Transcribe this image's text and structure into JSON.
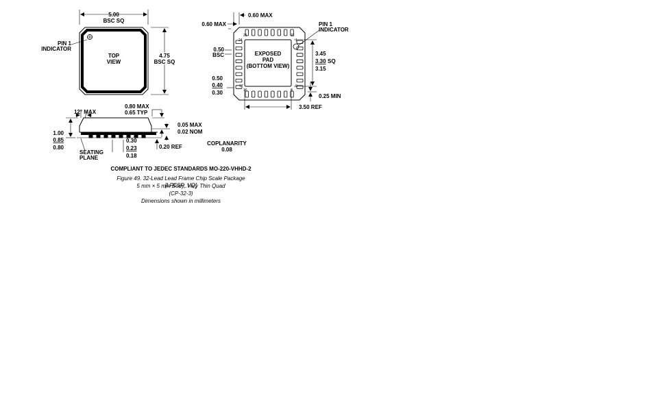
{
  "top_view": {
    "width_value": "5.00",
    "width_note": "BSC SQ",
    "height_value": "4.75",
    "height_note": "BSC SQ",
    "label_line1": "TOP",
    "label_line2": "VIEW",
    "pin1_line1": "PIN 1",
    "pin1_line2": "INDICATOR"
  },
  "bottom_view": {
    "max_dim": "0.60 MAX",
    "max_dim_left": "0.60 MAX",
    "pin1_line1": "PIN 1",
    "pin1_line2": "INDICATOR",
    "pitch_value": "0.50",
    "pitch_note": "BSC",
    "pad_line1": "EXPOSED",
    "pad_line2": "PAD",
    "pad_line3": "(BOTTOM VIEW)",
    "pad_max": "3.45",
    "pad_nom": "3.30",
    "pad_note": "SQ",
    "pad_min": "3.15",
    "lead_max": "0.50",
    "lead_nom": "0.40",
    "lead_min": "0.30",
    "min_clearance": "0.25 MIN",
    "ref_width": "3.50 REF",
    "pin_25": "25",
    "pin_24": "24",
    "pin_32": "32",
    "pin_1": "1",
    "pin_17": "17",
    "pin_16": "16",
    "pin_9": "9",
    "pin_8": "8"
  },
  "side_view": {
    "angle": "12° MAX",
    "body_max": "0.80 MAX",
    "body_typ": "0.65 TYP",
    "height_max": "1.00",
    "height_nom": "0.85",
    "height_min": "0.80",
    "standoff_max": "0.05 MAX",
    "standoff_nom": "0.02 NOM",
    "lead_w_max": "0.30",
    "lead_w_nom": "0.23",
    "lead_w_min": "0.18",
    "lead_ref": "0.20 REF",
    "seating_line1": "SEATING",
    "seating_line2": "PLANE",
    "coplanarity_label": "COPLANARITY",
    "coplanarity_value": "0.08"
  },
  "compliance": "COMPLIANT TO JEDEC STANDARDS MO-220-VHHD-2",
  "caption": {
    "line1": "Figure 49. 32-Lead Lead Frame Chip Scale Package [LFCSP_VQ]",
    "line2": "5 mm × 5 mm Body, Very Thin Quad",
    "line3": "(CP-32-3)",
    "line4": "Dimensions shown in millimeters"
  }
}
